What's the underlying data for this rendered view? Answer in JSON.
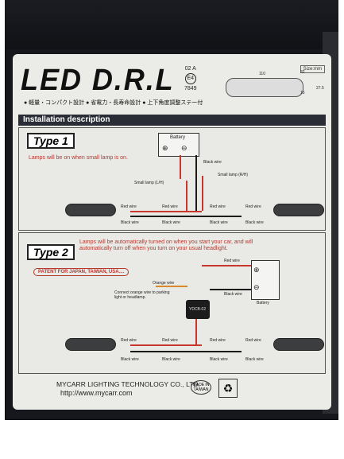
{
  "box": {
    "brand_title": "LED D.R.L",
    "cert_number_top": "02 A",
    "cert_emark": "E4",
    "cert_number_bottom": "7849",
    "features": "● 軽量・コンパクト設計 ● 省電力・長寿命設計 ● 上下角度調整ステー付",
    "size_label": "Size:mm",
    "dimension_values": [
      "110",
      "32",
      "15",
      "27.5"
    ]
  },
  "installation": {
    "heading": "Installation description",
    "type1": {
      "label": "Type 1",
      "note": "Lamps will be on when small lamp is on.",
      "battery_label": "Battery",
      "labels": {
        "black_wire": "Black wire",
        "small_lamp_lh": "Small lamp (L/H)",
        "small_lamp_rh": "Small lamp (R/H)",
        "red_wire": "Red wire"
      }
    },
    "type2": {
      "label": "Type 2",
      "note": "Lamps will be automatically turned on when you start your car, and will automatically turn off when you turn on your usual headlight.",
      "patent": "PATENT FOR JAPAN, TAIWAN, USA....",
      "battery_label": "Battery",
      "controller_label": "YDCB-02",
      "labels": {
        "orange_wire": "Orange wire",
        "connect_note": "Connect orange wire to parking light or headlamp.",
        "red_wire": "Red wire",
        "black_wire": "Black wire"
      }
    }
  },
  "footer": {
    "company": "MYCARR LIGHTING TECHNOLOGY CO., LTD.",
    "url": "http://www.mycarr.com",
    "made_in": "MADE IN TAIWAN"
  }
}
